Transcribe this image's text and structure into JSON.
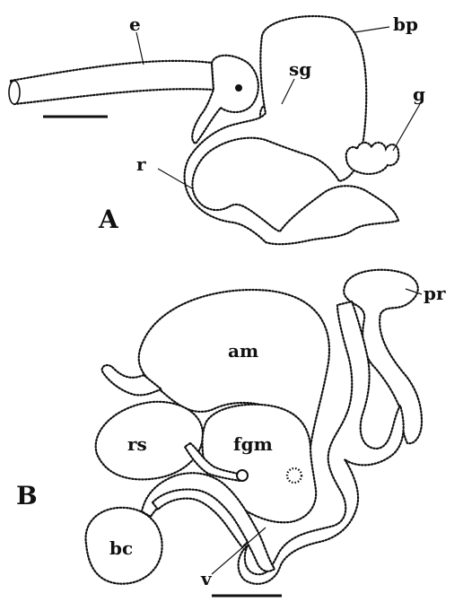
{
  "panels": {
    "a": {
      "panel_label": "A",
      "labels": {
        "e": "e",
        "bp": "bp",
        "sg": "sg",
        "g": "g",
        "r": "r"
      }
    },
    "b": {
      "panel_label": "B",
      "labels": {
        "pr": "pr",
        "am": "am",
        "rs": "rs",
        "fgm": "fgm",
        "bc": "bc",
        "v": "v"
      }
    }
  },
  "colors": {
    "ink": "#111111",
    "paper": "#ffffff"
  }
}
